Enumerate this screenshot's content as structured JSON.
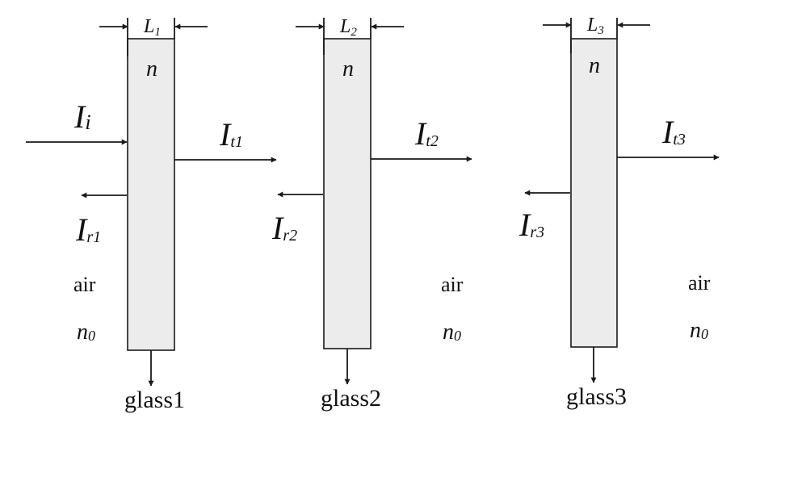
{
  "glasses": [
    {
      "thickness": {
        "main": "L",
        "sub": "1"
      },
      "index": "n",
      "incident": {
        "main": "I",
        "sub": "i"
      },
      "transmitted": {
        "main": "I",
        "sub": "t1"
      },
      "reflected": {
        "main": "I",
        "sub": "r1"
      },
      "medium": {
        "main": "n",
        "sub": "0"
      },
      "medium_name": "air",
      "label": "glass1"
    },
    {
      "thickness": {
        "main": "L",
        "sub": "2"
      },
      "index": "n",
      "transmitted": {
        "main": "I",
        "sub": "t2"
      },
      "reflected": {
        "main": "I",
        "sub": "r2"
      },
      "medium": {
        "main": "n",
        "sub": "0"
      },
      "medium_name": "air",
      "label": "glass2"
    },
    {
      "thickness": {
        "main": "L",
        "sub": "3"
      },
      "index": "n",
      "transmitted": {
        "main": "I",
        "sub": "t3"
      },
      "reflected": {
        "main": "I",
        "sub": "r3"
      },
      "medium": {
        "main": "n",
        "sub": "0"
      },
      "medium_name": "air",
      "label": "glass3"
    }
  ]
}
